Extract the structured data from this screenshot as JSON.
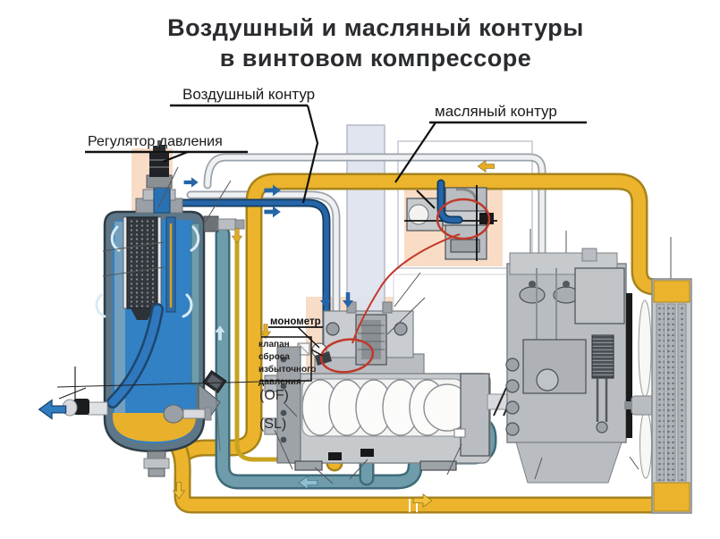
{
  "title": {
    "line1": "Воздушный и масляный контуры",
    "line2": "в винтовом компрессоре"
  },
  "labels": {
    "air_circuit": "Воздушный контур",
    "oil_circuit": "масляный контур",
    "pressure_regulator": "Регулятор давления",
    "manometer": "монометр",
    "relief_valve": {
      "lines": [
        "клапан",
        "сброса",
        "избыточного",
        "давления"
      ]
    },
    "oil_filter_abbr": "(OF)",
    "suction_line_abbr": "(SL)"
  },
  "colors": {
    "air_pipe": "#2565a8",
    "oil_pipe": "#ecb42c",
    "oil_pipe_thin": "#c9a21f",
    "discharge_pipe": "#6f9cab",
    "highlight_red": "#c0392b",
    "tank_air": "#3181c4",
    "tank_oil": "#e9b12b",
    "pink_zone": "#f8dcc6"
  }
}
